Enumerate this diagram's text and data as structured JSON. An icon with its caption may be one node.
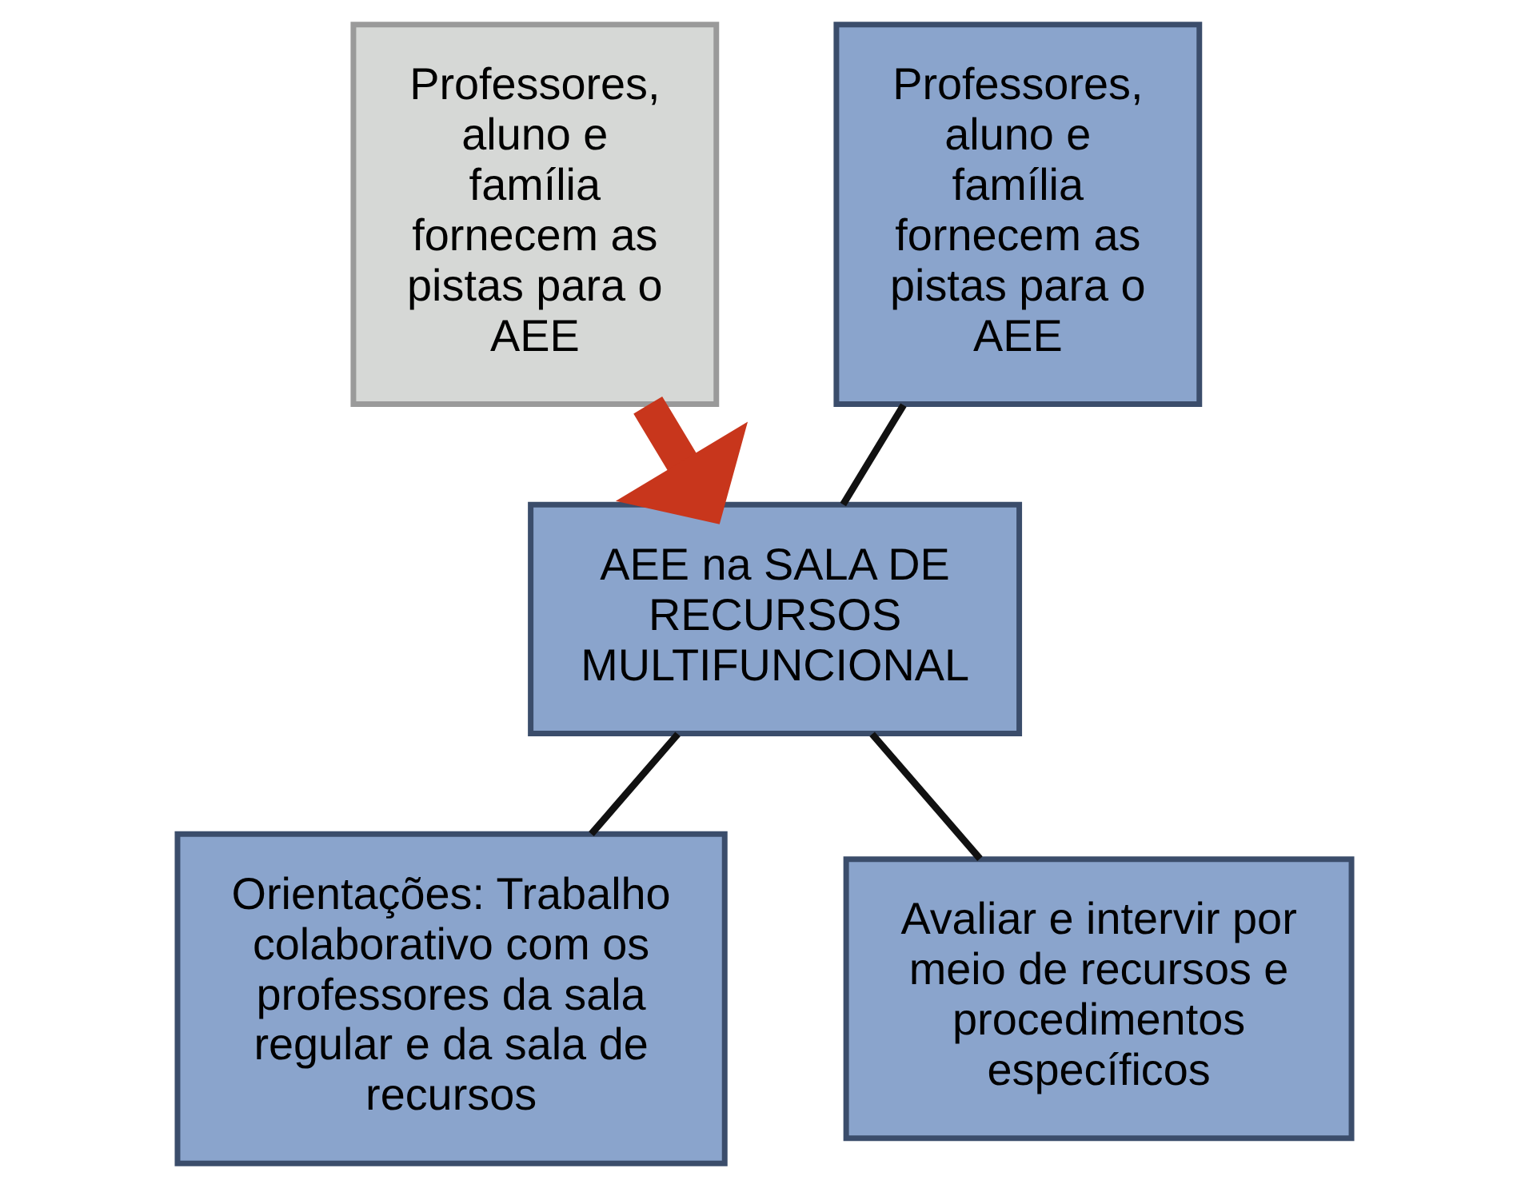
{
  "diagram": {
    "nodes": [
      {
        "text": [
          "Professores, aluno e família fornecem as pistas para o AEE"
        ]
      },
      {
        "text": [
          "Professores, aluno e família fornecem as pistas para o AEE"
        ]
      },
      {
        "text": [
          "AEE na SALA DE RECURSOS MULTIFUNCIONAL"
        ]
      },
      {
        "text": [
          "Orientações: Trabalho colaborativo com os professores da sala regular e da sala de recursos"
        ]
      },
      {
        "text": [
          "Avaliar e intervir por meio de recursos e procedimentos específicos"
        ]
      }
    ],
    "edges": [
      {
        "from": 0,
        "to": 2,
        "arrow": "to",
        "style": "thick",
        "color": "#c8361c"
      },
      {
        "from": 1,
        "to": 2,
        "arrow": "none"
      },
      {
        "from": 2,
        "to": 3,
        "arrow": "none"
      },
      {
        "from": 2,
        "to": 4,
        "arrow": "none"
      }
    ]
  }
}
